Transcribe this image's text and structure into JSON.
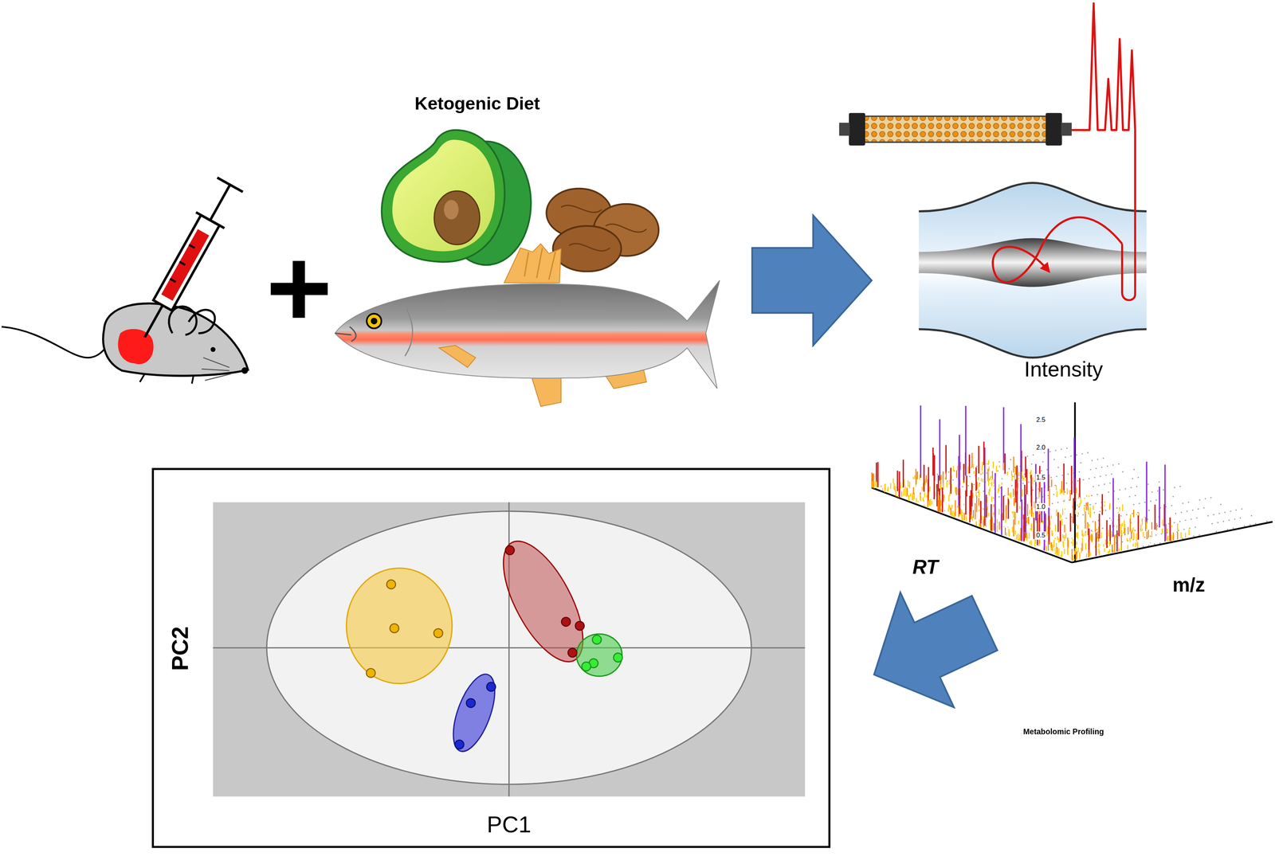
{
  "diagram": {
    "labels": [
      "Ketogenic Diet",
      "Intensity",
      "2.5",
      "2.0",
      "1.5",
      "1.0",
      "0.5",
      "RT",
      "m/z",
      "Metabolomic Profiling",
      "PC2",
      "PC1"
    ]
  }
}
